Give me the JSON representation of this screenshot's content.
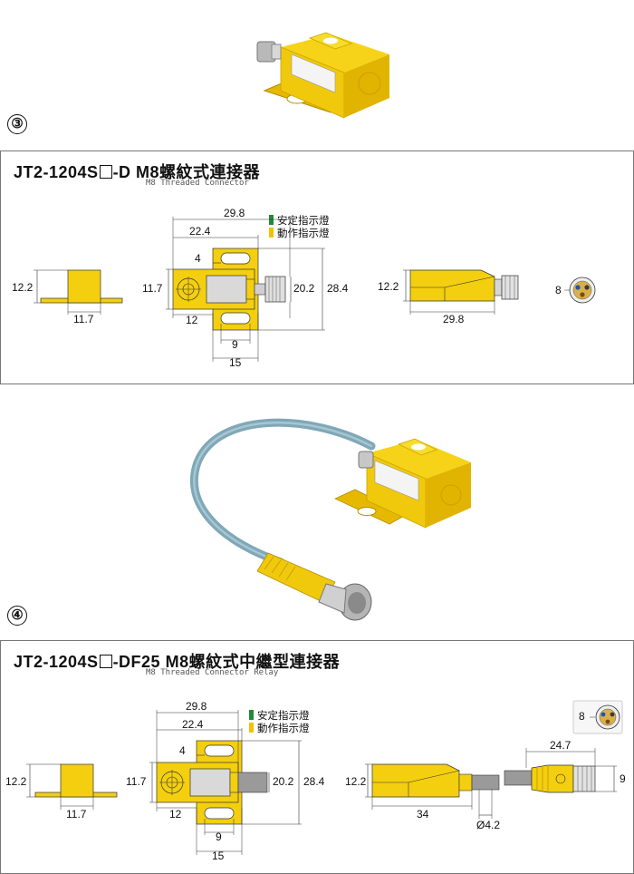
{
  "section3": {
    "badge": "③",
    "title_pre": "JT2-1204S",
    "title_post": "-D  M8螺紋式連接器",
    "subtitle": "M8 Threaded Connector",
    "legend": [
      {
        "label": "安定指示燈",
        "color": "#1f8a3a"
      },
      {
        "label": "動作指示燈",
        "color": "#f2c200"
      }
    ],
    "dims": {
      "side_height": "12.2",
      "side_width": "11.7",
      "top_total": "29.8",
      "top_inner": "22.4",
      "slot_w": "4",
      "left_h": "11.7",
      "thread": "20.2",
      "body_h": "28.4",
      "face_w": "12",
      "slot_pitch": "9",
      "base_w": "15",
      "front_h": "12.2",
      "front_len": "29.8",
      "conn_dia": "8"
    }
  },
  "section4": {
    "badge": "④",
    "title_pre": "JT2-1204S",
    "title_post": "-DF25  M8螺紋式中繼型連接器",
    "subtitle": "M8 Threaded Connector Relay",
    "legend": [
      {
        "label": "安定指示燈",
        "color": "#1f8a3a"
      },
      {
        "label": "動作指示燈",
        "color": "#f2c200"
      }
    ],
    "dims": {
      "conn_dia": "8",
      "side_height": "12.2",
      "side_width": "11.7",
      "top_total": "29.8",
      "top_inner": "22.4",
      "slot_w": "4",
      "left_h": "11.7",
      "thread": "20.2",
      "body_h": "28.4",
      "face_w": "12",
      "slot_pitch": "9",
      "base_w": "15",
      "front_h": "12.2",
      "front_len": "34",
      "cable_dia": "Ø4.2",
      "plug_len": "24.7",
      "plug_h": "9"
    }
  },
  "colors": {
    "sensor": "#f3cf0f",
    "sensor_dark": "#d3a900",
    "cable": "#7fa8b8",
    "outline": "#333333"
  }
}
